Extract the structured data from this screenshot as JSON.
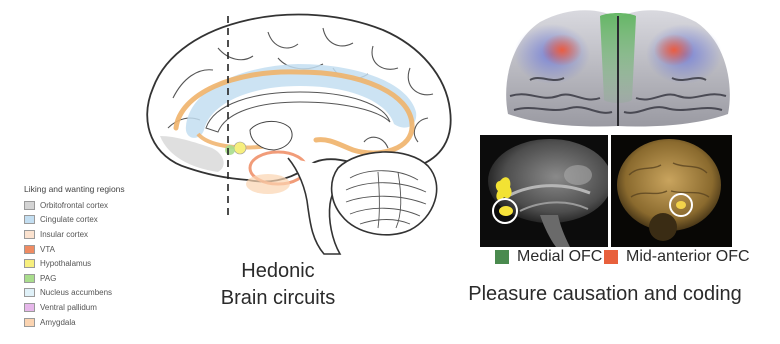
{
  "legend": {
    "title": "Liking and wanting regions",
    "items": [
      {
        "label": "Orbitofrontal cortex",
        "color": "#d4d4d4"
      },
      {
        "label": "Cingulate cortex",
        "color": "#c3def1"
      },
      {
        "label": "Insular cortex",
        "color": "#fbe2cf"
      },
      {
        "label": "VTA",
        "color": "#ef8b62"
      },
      {
        "label": "Hypothalamus",
        "color": "#f7ef7e"
      },
      {
        "label": "PAG",
        "color": "#a9dd8c"
      },
      {
        "label": "Nucleus accumbens",
        "color": "#e0f1f8"
      },
      {
        "label": "Ventral pallidum",
        "color": "#e6b7ea"
      },
      {
        "label": "Amygdala",
        "color": "#fbd4b1"
      }
    ]
  },
  "left_caption": {
    "line1": "Hedonic",
    "line2": "Brain circuits"
  },
  "right_key": {
    "medial": {
      "label": "Medial OFC",
      "color": "#4a8a4e"
    },
    "mid_anterior": {
      "label": "Mid-anterior OFC",
      "color": "#e8603c"
    }
  },
  "right_caption": "Pleasure causation and coding"
}
